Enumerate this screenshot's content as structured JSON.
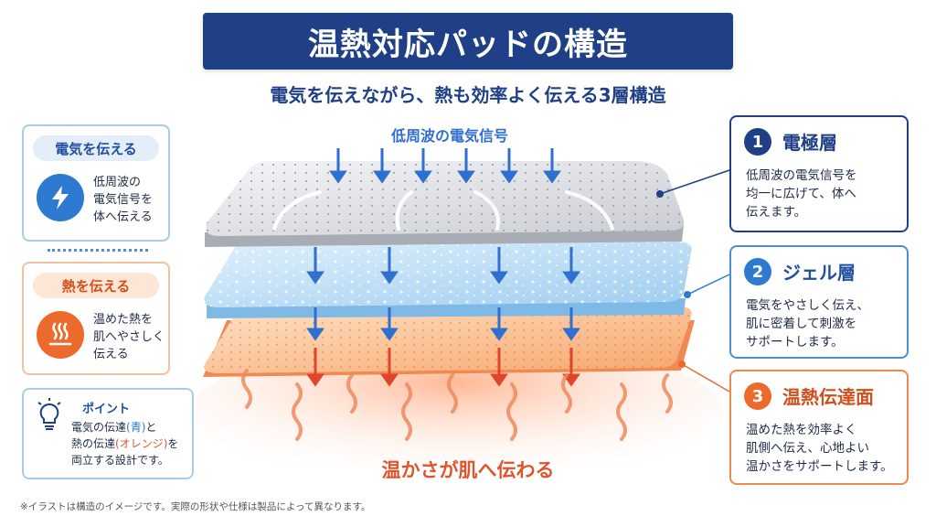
{
  "header": {
    "title": "温熱対応パッドの構造",
    "subtitle": "電気を伝えながら、熱も効率よく伝える3層構造"
  },
  "diagram": {
    "signal_label": "低周波の電気信号",
    "warm_label": "温かさが肌へ伝わる"
  },
  "left_panel": {
    "electric": {
      "heading": "電気を伝える",
      "icon": "lightning-icon",
      "lines": [
        "低周波の",
        "電気信号を",
        "体へ伝える"
      ]
    },
    "heat": {
      "heading": "熱を伝える",
      "icon": "heat-waves-icon",
      "lines": [
        "温めた熱を",
        "肌へやさしく",
        "伝える"
      ]
    },
    "point": {
      "icon": "lightbulb-icon",
      "title": "ポイント",
      "line1_a": "電気の伝達",
      "line1_b": "(青)",
      "line1_c": "と",
      "line2_a": "熱の伝達",
      "line2_b": "(オレンジ)",
      "line2_c": "を",
      "line3": "両立する設計です。"
    }
  },
  "layers": [
    {
      "number": "1",
      "title": "電極層",
      "lines": [
        "低周波の電気信号を",
        "均一に広げて、体へ",
        "伝えます。"
      ]
    },
    {
      "number": "2",
      "title": "ジェル層",
      "lines": [
        "電気をやさしく伝え、",
        "肌に密着して刺激を",
        "サポートします。"
      ]
    },
    {
      "number": "3",
      "title": "温熱伝達面",
      "lines": [
        "温めた熱を効率よく",
        "肌側へ伝え、心地よい",
        "温かさをサポートします。"
      ]
    }
  ],
  "footnote": "※イラストは構造のイメージです。実際の形状や仕様は製品によって異なります。",
  "colors": {
    "navy": "#1f3f86",
    "blue": "#2e7ad1",
    "orange": "#ec6a2c",
    "red": "#e0542a"
  }
}
